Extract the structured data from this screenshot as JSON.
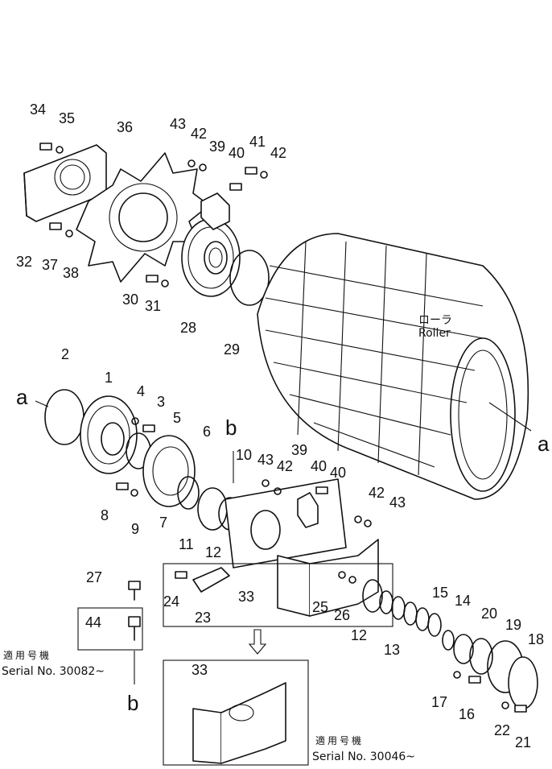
{
  "labels": {
    "n1": "1",
    "n2": "2",
    "n3": "3",
    "n4": "4",
    "n5": "5",
    "n6": "6",
    "n7": "7",
    "n8": "8",
    "n9": "9",
    "n10": "10",
    "n11": "11",
    "n12a": "12",
    "n12b": "12",
    "n13": "13",
    "n14": "14",
    "n15": "15",
    "n16": "16",
    "n17": "17",
    "n18": "18",
    "n19": "19",
    "n20": "20",
    "n21": "21",
    "n22": "22",
    "n23": "23",
    "n24": "24",
    "n25": "25",
    "n26": "26",
    "n27": "27",
    "n28": "28",
    "n29": "29",
    "n30": "30",
    "n31": "31",
    "n32": "32",
    "n33a": "33",
    "n33b": "33",
    "n34": "34",
    "n35": "35",
    "n36": "36",
    "n37": "37",
    "n38": "38",
    "n39a": "39",
    "n39b": "39",
    "n40a": "40",
    "n40b": "40",
    "n40c": "40",
    "n41": "41",
    "n42a": "42",
    "n42b": "42",
    "n42c": "42",
    "n42d": "42",
    "n43a": "43",
    "n43b": "43",
    "n43c": "43",
    "n44": "44"
  },
  "refs": {
    "a_left": "a",
    "a_right": "a",
    "b_top": "b",
    "b_bottom": "b"
  },
  "roller": {
    "jp": "ローラ",
    "en": "Roller"
  },
  "notes": {
    "left_jp": "適用号機",
    "left_serial": "Serial No. 30082~",
    "bottom_jp": "適用号機",
    "bottom_serial": "Serial No. 30046~"
  }
}
